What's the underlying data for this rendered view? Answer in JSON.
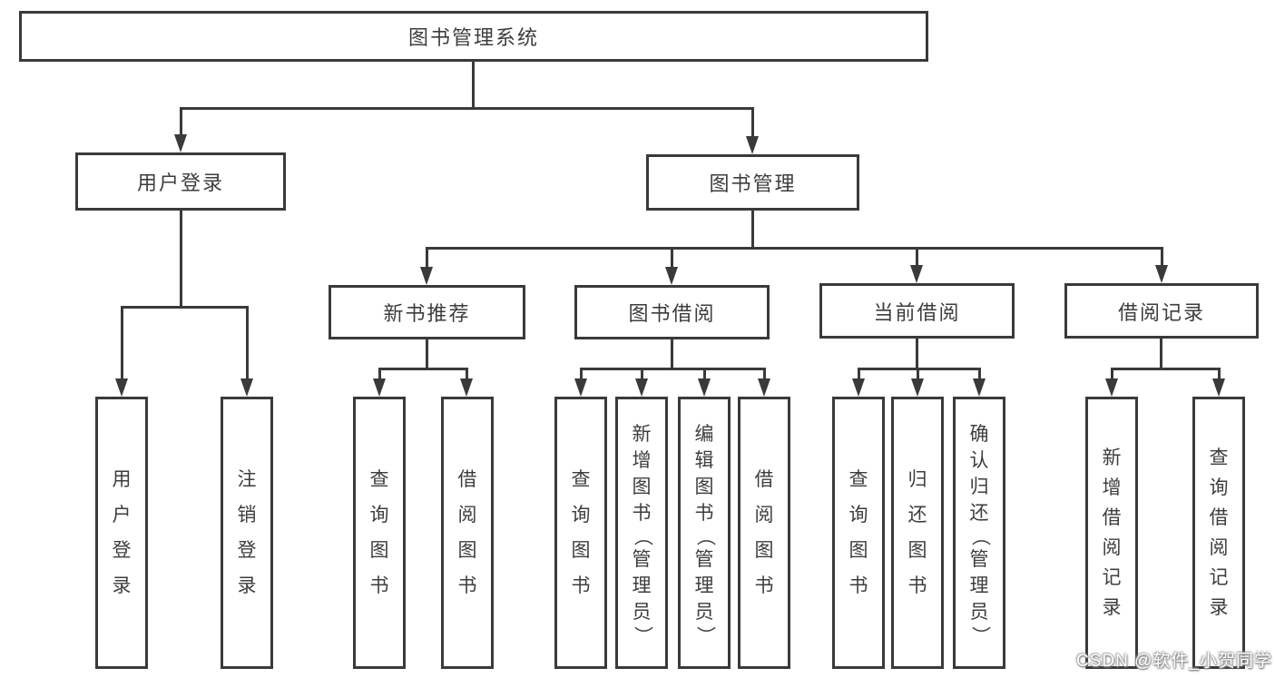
{
  "root": {
    "label": "图书管理系统"
  },
  "level2": [
    {
      "label": "用户登录"
    },
    {
      "label": "图书管理"
    }
  ],
  "login_children": [
    "用户登录",
    "注销登录"
  ],
  "sections": [
    {
      "label": "新书推荐",
      "children": [
        "查询图书",
        "借阅图书"
      ]
    },
    {
      "label": "图书借阅",
      "children": [
        "查询图书",
        "新增图书（管理员）",
        "编辑图书（管理员）",
        "借阅图书"
      ]
    },
    {
      "label": "当前借阅",
      "children": [
        "查询图书",
        "归还图书",
        "确认归还（管理员）"
      ]
    },
    {
      "label": "借阅记录",
      "children": [
        "新增借阅记录",
        "查询借阅记录"
      ]
    }
  ],
  "watermark": "CSDN @软件_小贺同学"
}
